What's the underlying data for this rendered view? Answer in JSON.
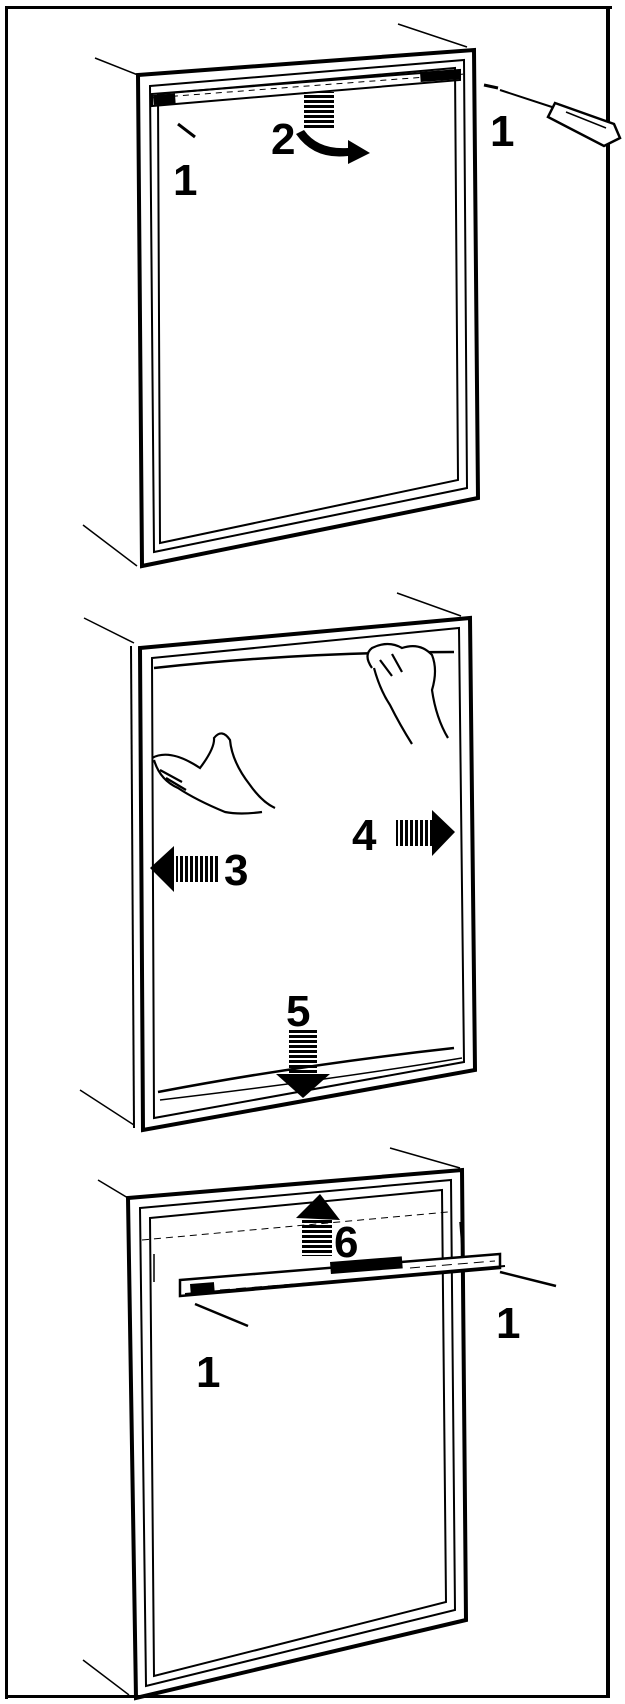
{
  "steps": {
    "panel1": {
      "screw_left": "1",
      "slide": "2",
      "screw_right": "1"
    },
    "panel2": {
      "left": "3",
      "right": "4",
      "down": "5"
    },
    "panel3": {
      "up": "6",
      "screw_left": "1",
      "screw_right": "1"
    }
  },
  "colors": {
    "line": "#000000",
    "background": "#ffffff"
  }
}
